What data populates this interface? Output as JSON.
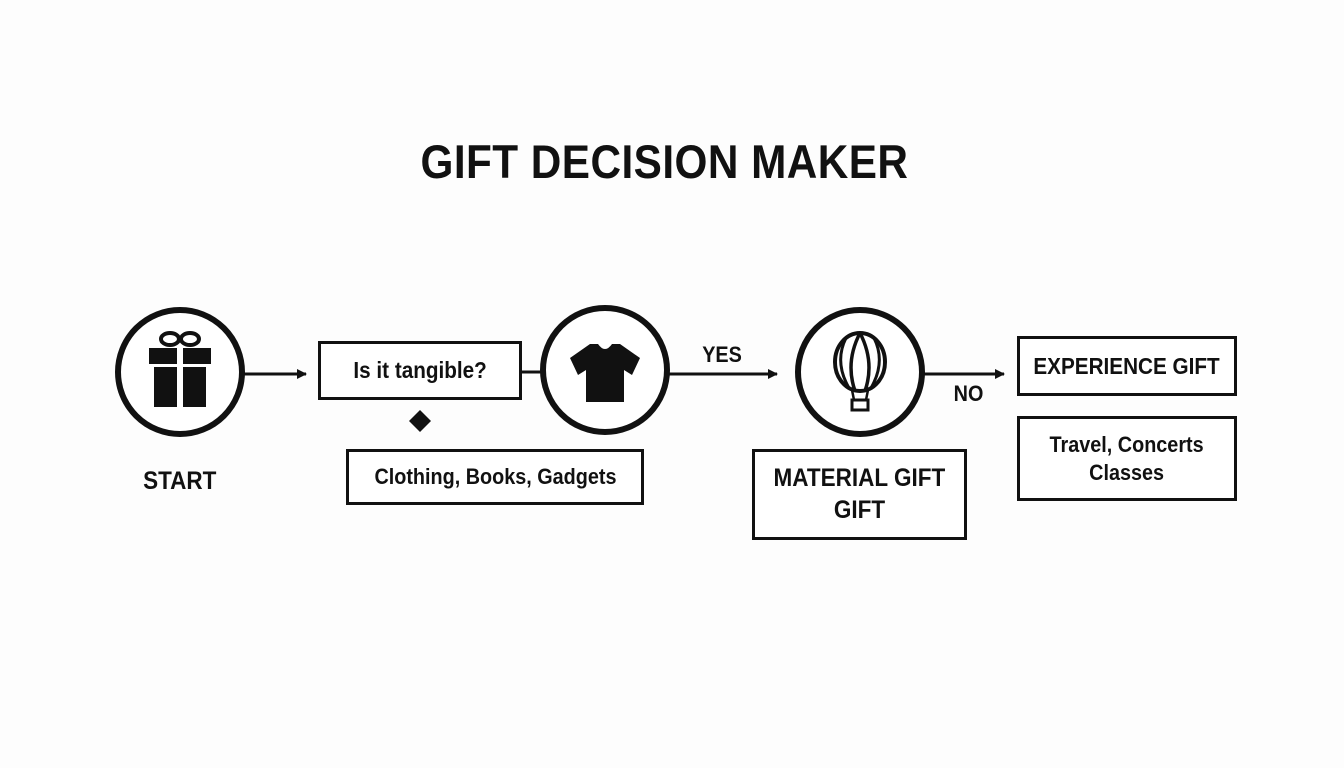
{
  "title": "GIFT DECISION MAKER",
  "nodes": {
    "start": {
      "label": "START",
      "icon": "gift-icon"
    },
    "question": {
      "text": "Is it tangible?"
    },
    "tangible_examples": {
      "text": "Clothing, Books, Gadgets"
    },
    "shirt": {
      "icon": "tshirt-icon"
    },
    "balloon": {
      "icon": "hot-air-balloon-icon"
    },
    "material_gift": {
      "line1": "MATERIAL GIFT",
      "line2": "GIFT"
    },
    "experience_gift": {
      "text": "EXPERIENCE GIFT"
    },
    "experience_examples": {
      "line1": "Travel, Concerts",
      "line2": "Classes"
    }
  },
  "edges": {
    "yes_label": "YES",
    "no_label": "NO"
  },
  "colors": {
    "ink": "#111111",
    "background": "#fdfdfd"
  }
}
